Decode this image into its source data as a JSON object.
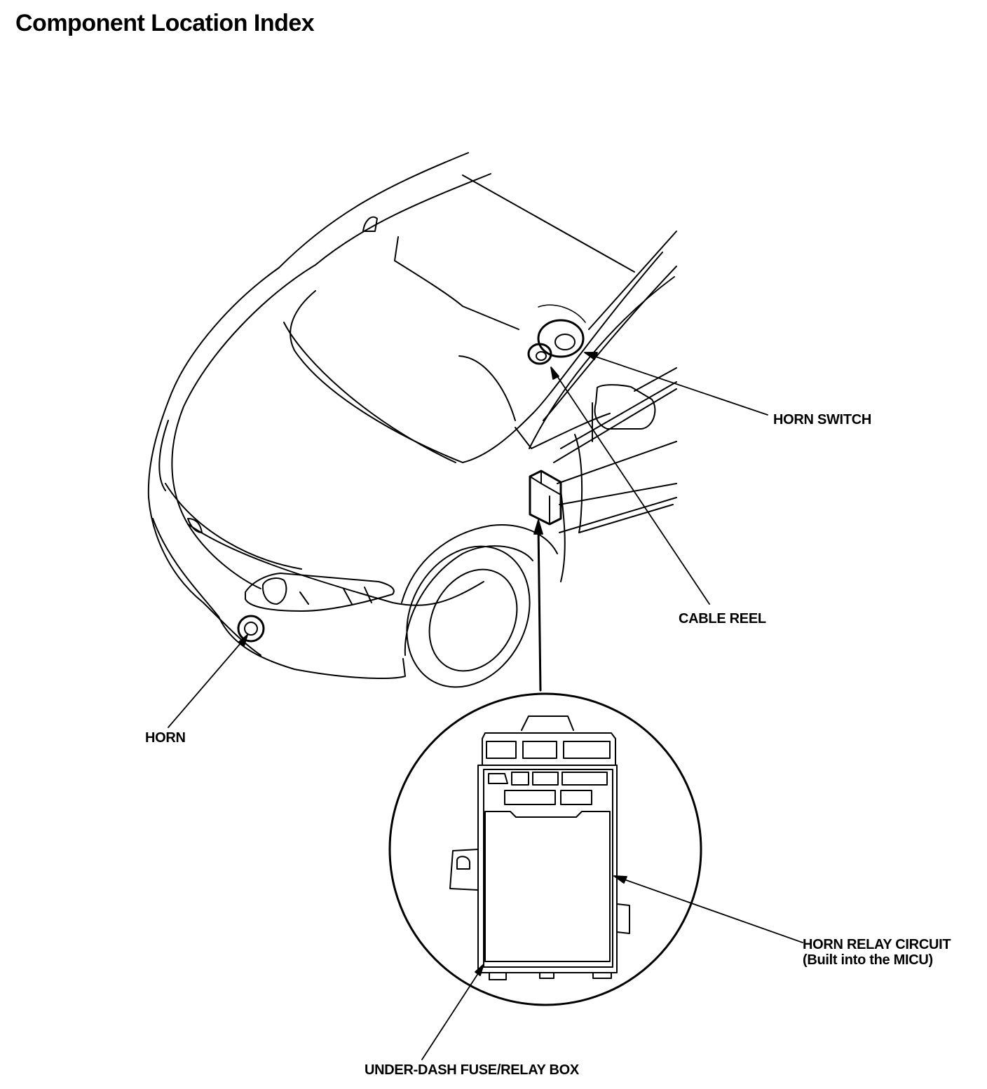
{
  "page": {
    "title": "Component Location Index"
  },
  "callouts": {
    "horn_switch": "HORN SWITCH",
    "cable_reel": "CABLE REEL",
    "horn": "HORN",
    "horn_relay_circuit": "HORN RELAY CIRCUIT",
    "horn_relay_circuit_note": "(Built into the MICU)",
    "under_dash_box": "UNDER-DASH FUSE/RELAY BOX"
  }
}
